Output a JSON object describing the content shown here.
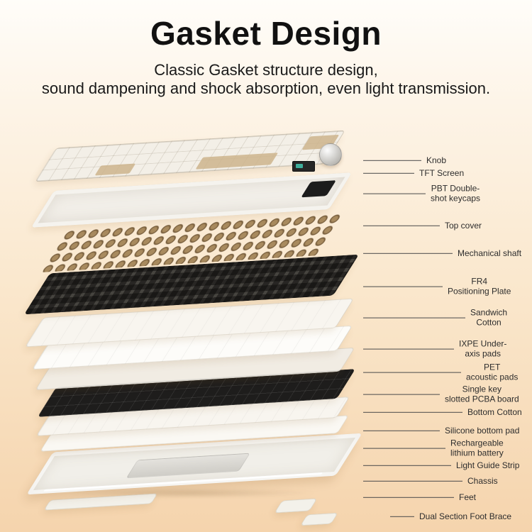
{
  "title": "Gasket Design",
  "subtitle": {
    "line1": "Classic Gasket structure design,",
    "line2": "sound dampening and shock absorption, even light transmission."
  },
  "callouts": [
    {
      "label": "Knob"
    },
    {
      "label": "TFT Screen"
    },
    {
      "label": "PBT Double-\nshot keycaps"
    },
    {
      "label": "Top cover"
    },
    {
      "label": "Mechanical shaft"
    },
    {
      "label": "FR4\nPositioning Plate"
    },
    {
      "label": "Sandwich\nCotton"
    },
    {
      "label": "IXPE Under-\naxis pads"
    },
    {
      "label": "PET\nacoustic pads"
    },
    {
      "label": "Single key\nslotted PCBA board"
    },
    {
      "label": "Bottom Cotton"
    },
    {
      "label": "Silicone bottom pad"
    },
    {
      "label": "Rechargeable\nlithium battery"
    },
    {
      "label": "Light Guide Strip"
    },
    {
      "label": "Chassis"
    },
    {
      "label": "Feet"
    },
    {
      "label": "Dual Section Foot Brace"
    }
  ],
  "colors": {
    "bg_top": "#fffdf9",
    "bg_bottom": "#f5d4ad",
    "text": "#111111",
    "callout_line": "#4a4a4a",
    "keycap_tan": "#cdb48c",
    "switch_brown": "#6e5535",
    "plate_dark": "#46443f",
    "pcb_black": "#1e1d1c"
  }
}
